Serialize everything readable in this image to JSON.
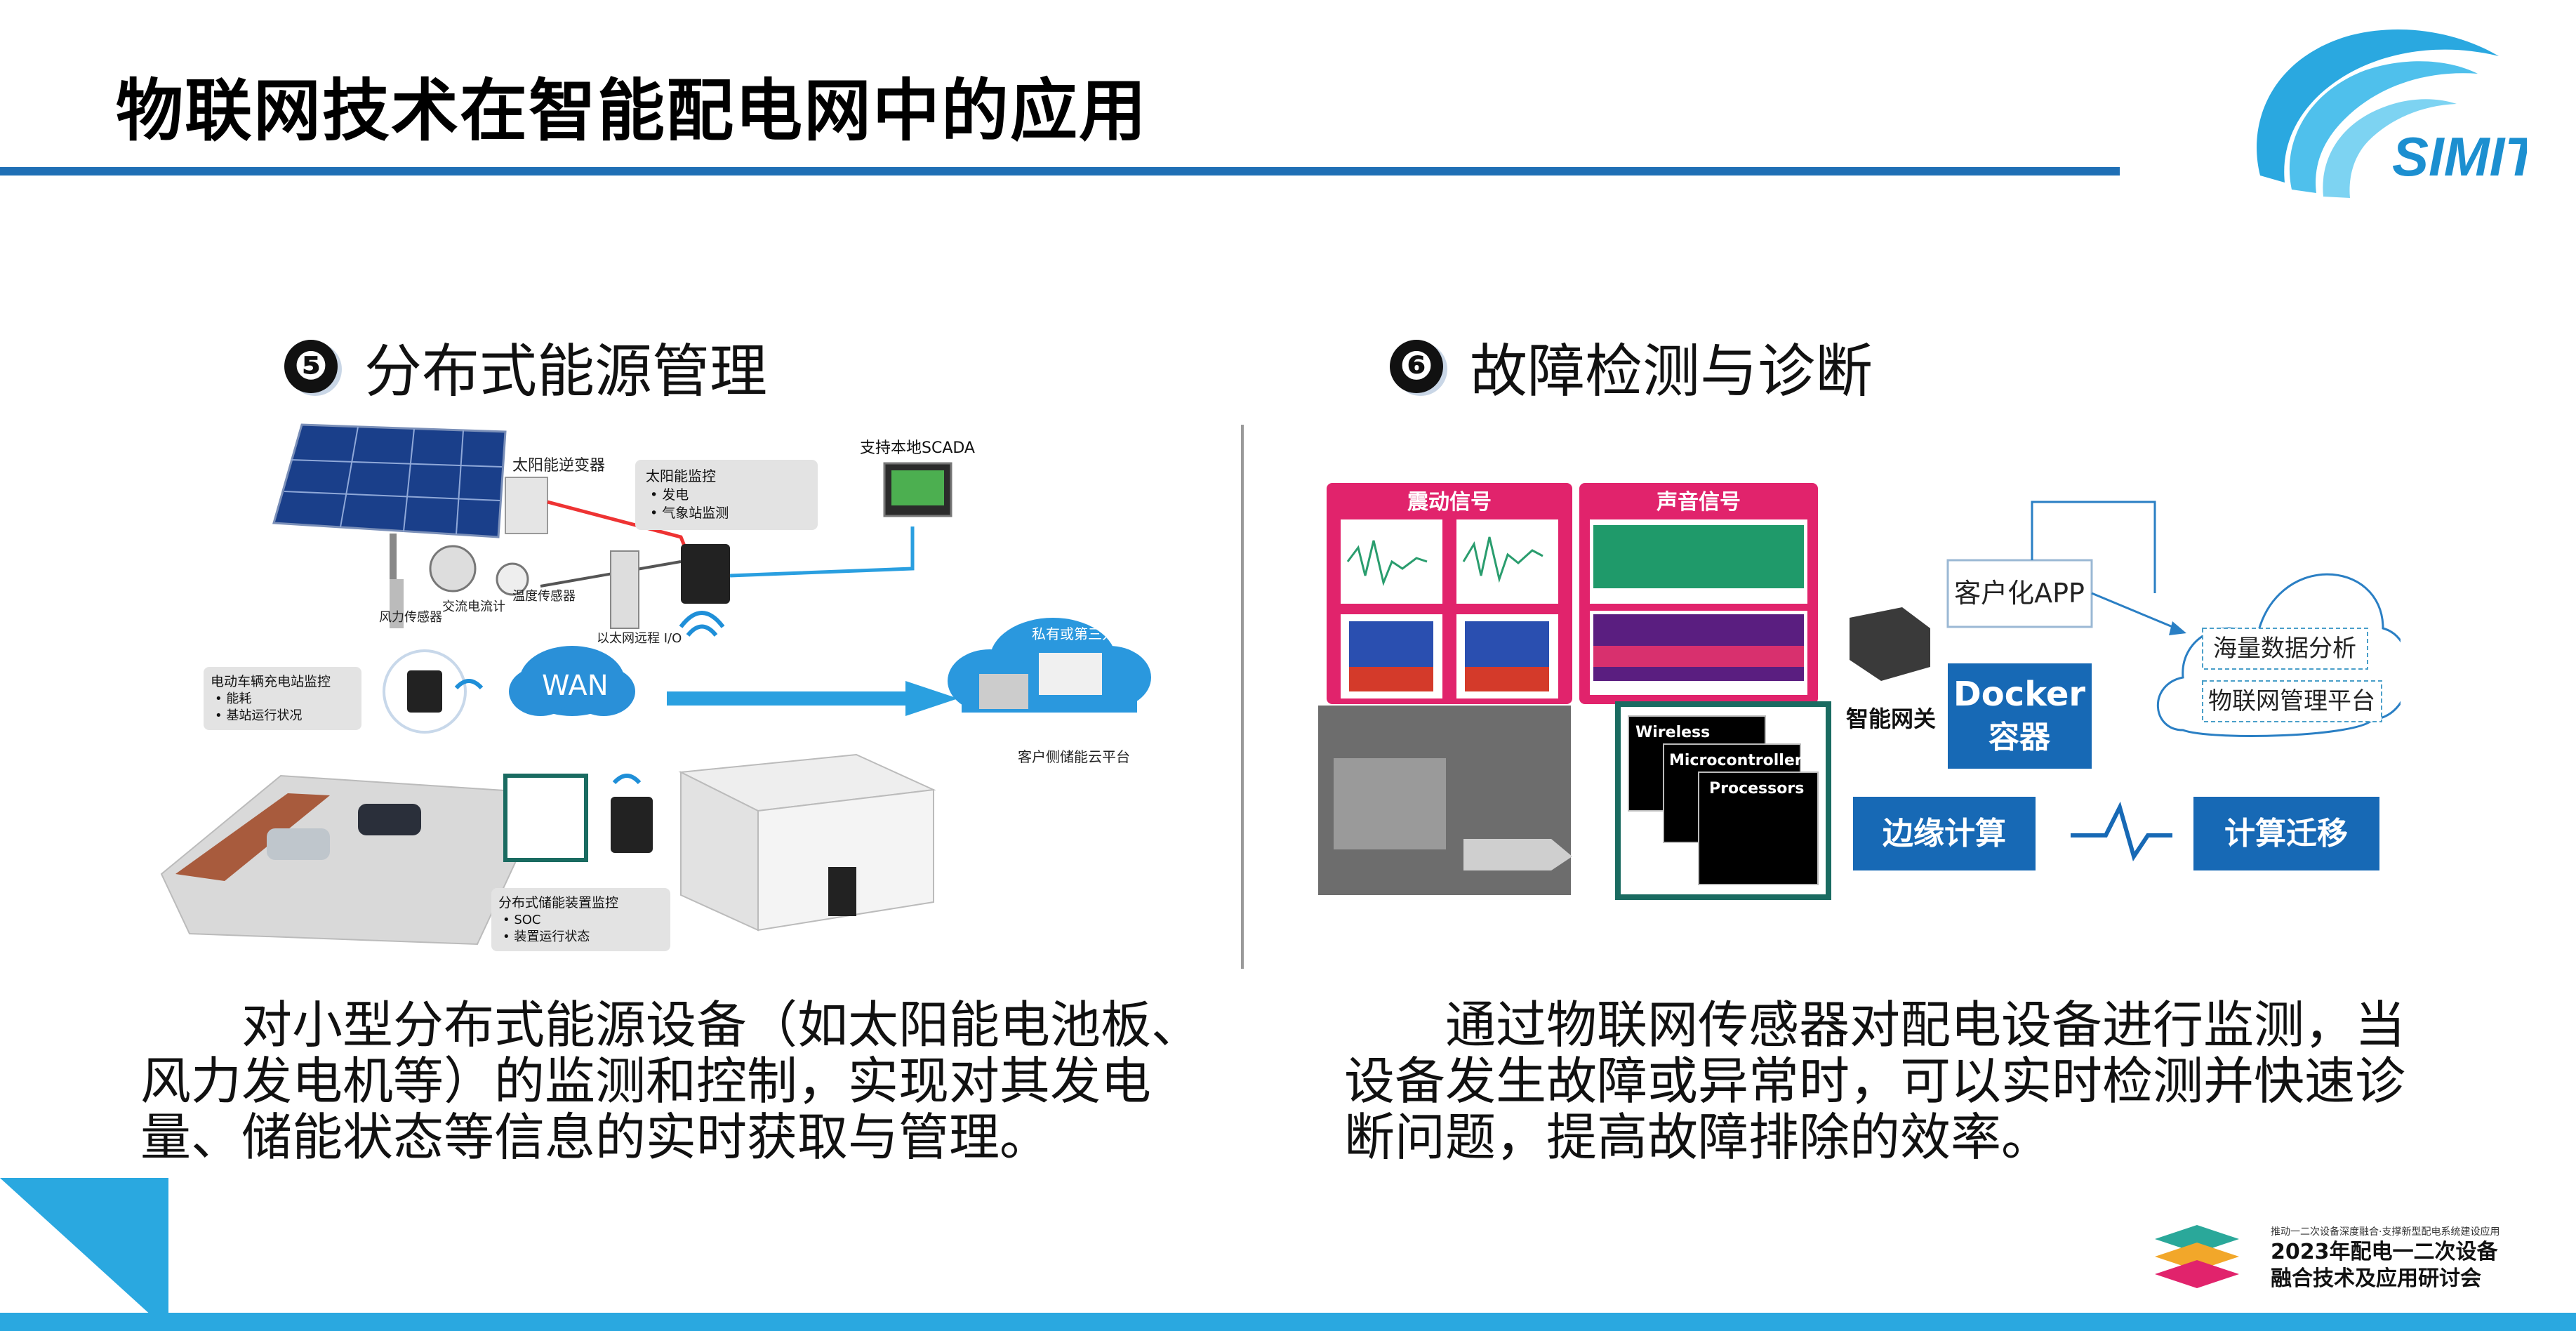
{
  "header": {
    "title": "物联网技术在智能配电网中的应用",
    "logo_text": "SIMIT"
  },
  "colors": {
    "accent_blue": "#1f6fb5",
    "footer_blue": "#2aa8e0",
    "pink": "#e1236c",
    "docker_blue": "#1769b5",
    "teal_frame": "#1a6b61"
  },
  "left": {
    "badge": "❺",
    "heading": "分布式能源管理",
    "diagram": {
      "solar_inverter": "太阳能逆变器",
      "solar_monitor_title": "太阳能监控",
      "solar_monitor_items": [
        "• 发电",
        "• 气象站监测"
      ],
      "scada": "支持本地SCADA",
      "wind_sensor": "风力传感器",
      "ac_meter": "交流电流计",
      "temp_sensor": "温度传感器",
      "ethernet_io": "以太网远程 I/O",
      "ev_title": "电动车辆充电站监控",
      "ev_items": [
        "• 能耗",
        "• 基站运行状况"
      ],
      "wan": "WAN",
      "cloud_text": "私有或第三方云端",
      "cloud_caption": "客户侧储能云平台",
      "storage_title": "分布式储能装置监控",
      "storage_items": [
        "• SOC",
        "• 装置运行状态"
      ]
    },
    "paragraph": "对小型分布式能源设备（如太阳能电池板、风力发电机等）的监测和控制，实现对其发电量、储能状态等信息的实时获取与管理。"
  },
  "right": {
    "badge": "❻",
    "heading": "故障检测与诊断",
    "diagram": {
      "vibration_title": "震动信号",
      "sound_title": "声音信号",
      "stack_layers": [
        "Wireless",
        "Microcontrollers",
        "Processors"
      ],
      "gateway_label": "智能网关",
      "app_label": "客户化APP",
      "docker_line1": "Docker",
      "docker_line2": "容器",
      "cloud_items": [
        "海量数据分析",
        "物联网管理平台"
      ],
      "edge_label": "边缘计算",
      "migrate_label": "计算迁移"
    },
    "paragraph": "通过物联网传感器对配电设备进行监测，当设备发生故障或异常时，可以实时检测并快速诊断问题，提高故障排除的效率。"
  },
  "footer": {
    "small_line": "推动一二次设备深度融合·支撑新型配电系统建设应用",
    "line1": "2023年配电一二次设备",
    "line2": "融合技术及应用研讨会"
  }
}
